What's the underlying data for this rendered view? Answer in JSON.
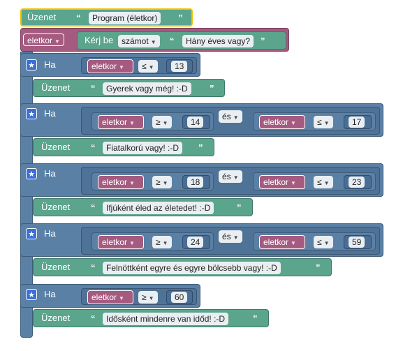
{
  "top": {
    "uzenet_label": "Üzenet",
    "program_text": "Program (életkor)",
    "eletkor_var": "eletkor",
    "ask_label": "Kérj be",
    "ask_type": "számot",
    "ask_prompt": "Hány éves vagy?"
  },
  "blocks": [
    {
      "if_label": "Ha",
      "var": "eletkor",
      "op": "≤",
      "num": "13",
      "msg_label": "Üzenet",
      "msg": "Gyerek vagy még! :-D"
    },
    {
      "if_label": "Ha",
      "var1": "eletkor",
      "op1": "≥",
      "num1": "14",
      "and": "és",
      "var2": "eletkor",
      "op2": "≤",
      "num2": "17",
      "msg_label": "Üzenet",
      "msg": "Fiatalkorú vagy! :-D"
    },
    {
      "if_label": "Ha",
      "var1": "eletkor",
      "op1": "≥",
      "num1": "18",
      "and": "és",
      "var2": "eletkor",
      "op2": "≤",
      "num2": "23",
      "msg_label": "Üzenet",
      "msg": "Ifjúként éled az életedet! :-D"
    },
    {
      "if_label": "Ha",
      "var1": "eletkor",
      "op1": "≥",
      "num1": "24",
      "and": "és",
      "var2": "eletkor",
      "op2": "≤",
      "num2": "59",
      "msg_label": "Üzenet",
      "msg": "Felnöttként egyre és egyre bölcsebb vagy! :-D"
    },
    {
      "if_label": "Ha",
      "var": "eletkor",
      "op": "≥",
      "num": "60",
      "msg_label": "Üzenet",
      "msg": "Idősként mindenre van időd! :-D"
    }
  ],
  "icons": {
    "gear": "star-gear-icon",
    "dropdown": "dropdown-arrow-icon",
    "quote": "quote-mark-icon"
  },
  "colors": {
    "text_block": "#5ba58c",
    "variable": "#a55b80",
    "logic": "#5b80a5",
    "selected_outline": "#f2c200"
  }
}
